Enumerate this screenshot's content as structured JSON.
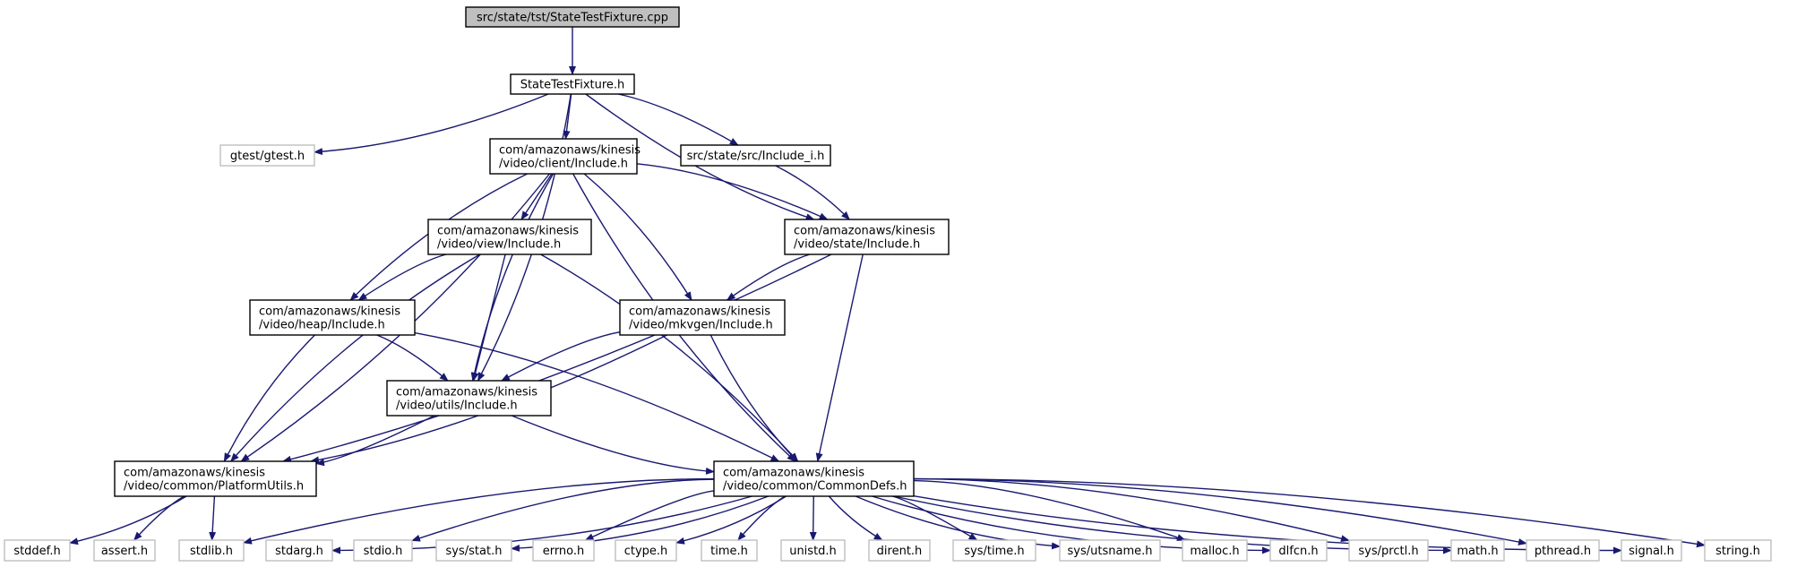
{
  "graph": {
    "title": "src/state/tst/StateTestFixture.cpp",
    "colors": {
      "edge": "#191970",
      "node_border": "#000000",
      "external_border": "#bfbfbf",
      "root_fill": "#bfbfbf",
      "node_fill": "#ffffff"
    },
    "nodes": {
      "root": {
        "lines": [
          "src/state/tst/StateTestFixture.cpp"
        ],
        "kind": "root"
      },
      "fixture": {
        "lines": [
          "StateTestFixture.h"
        ],
        "kind": "file"
      },
      "gtest": {
        "lines": [
          "gtest/gtest.h"
        ],
        "kind": "external"
      },
      "client": {
        "lines": [
          "com/amazonaws/kinesis",
          "/video/client/Include.h"
        ],
        "kind": "file"
      },
      "include_i": {
        "lines": [
          "src/state/src/Include_i.h"
        ],
        "kind": "file"
      },
      "view": {
        "lines": [
          "com/amazonaws/kinesis",
          "/video/view/Include.h"
        ],
        "kind": "file"
      },
      "state": {
        "lines": [
          "com/amazonaws/kinesis",
          "/video/state/Include.h"
        ],
        "kind": "file"
      },
      "heap": {
        "lines": [
          "com/amazonaws/kinesis",
          "/video/heap/Include.h"
        ],
        "kind": "file"
      },
      "mkvgen": {
        "lines": [
          "com/amazonaws/kinesis",
          "/video/mkvgen/Include.h"
        ],
        "kind": "file"
      },
      "utils": {
        "lines": [
          "com/amazonaws/kinesis",
          "/video/utils/Include.h"
        ],
        "kind": "file"
      },
      "platform": {
        "lines": [
          "com/amazonaws/kinesis",
          "/video/common/PlatformUtils.h"
        ],
        "kind": "file"
      },
      "commondefs": {
        "lines": [
          "com/amazonaws/kinesis",
          "/video/common/CommonDefs.h"
        ],
        "kind": "file"
      },
      "stddef": {
        "lines": [
          "stddef.h"
        ],
        "kind": "external"
      },
      "assert": {
        "lines": [
          "assert.h"
        ],
        "kind": "external"
      },
      "stdlib": {
        "lines": [
          "stdlib.h"
        ],
        "kind": "external"
      },
      "stdarg": {
        "lines": [
          "stdarg.h"
        ],
        "kind": "external"
      },
      "stdio": {
        "lines": [
          "stdio.h"
        ],
        "kind": "external"
      },
      "sysstat": {
        "lines": [
          "sys/stat.h"
        ],
        "kind": "external"
      },
      "errno": {
        "lines": [
          "errno.h"
        ],
        "kind": "external"
      },
      "ctype": {
        "lines": [
          "ctype.h"
        ],
        "kind": "external"
      },
      "time": {
        "lines": [
          "time.h"
        ],
        "kind": "external"
      },
      "unistd": {
        "lines": [
          "unistd.h"
        ],
        "kind": "external"
      },
      "dirent": {
        "lines": [
          "dirent.h"
        ],
        "kind": "external"
      },
      "systime": {
        "lines": [
          "sys/time.h"
        ],
        "kind": "external"
      },
      "sysutsname": {
        "lines": [
          "sys/utsname.h"
        ],
        "kind": "external"
      },
      "malloc": {
        "lines": [
          "malloc.h"
        ],
        "kind": "external"
      },
      "dlfcn": {
        "lines": [
          "dlfcn.h"
        ],
        "kind": "external"
      },
      "sysprctl": {
        "lines": [
          "sys/prctl.h"
        ],
        "kind": "external"
      },
      "math": {
        "lines": [
          "math.h"
        ],
        "kind": "external"
      },
      "pthread": {
        "lines": [
          "pthread.h"
        ],
        "kind": "external"
      },
      "signal": {
        "lines": [
          "signal.h"
        ],
        "kind": "external"
      },
      "string": {
        "lines": [
          "string.h"
        ],
        "kind": "external"
      }
    },
    "edges": [
      [
        "root",
        "fixture"
      ],
      [
        "fixture",
        "gtest"
      ],
      [
        "fixture",
        "client"
      ],
      [
        "fixture",
        "include_i"
      ],
      [
        "fixture",
        "state"
      ],
      [
        "fixture",
        "utils"
      ],
      [
        "client",
        "view"
      ],
      [
        "client",
        "state"
      ],
      [
        "client",
        "heap"
      ],
      [
        "client",
        "mkvgen"
      ],
      [
        "client",
        "utils"
      ],
      [
        "client",
        "platform"
      ],
      [
        "client",
        "commondefs"
      ],
      [
        "include_i",
        "state"
      ],
      [
        "view",
        "heap"
      ],
      [
        "view",
        "utils"
      ],
      [
        "view",
        "platform"
      ],
      [
        "view",
        "commondefs"
      ],
      [
        "state",
        "mkvgen"
      ],
      [
        "state",
        "platform"
      ],
      [
        "state",
        "commondefs"
      ],
      [
        "heap",
        "utils"
      ],
      [
        "heap",
        "platform"
      ],
      [
        "heap",
        "commondefs"
      ],
      [
        "mkvgen",
        "utils"
      ],
      [
        "mkvgen",
        "platform"
      ],
      [
        "mkvgen",
        "commondefs"
      ],
      [
        "utils",
        "platform"
      ],
      [
        "utils",
        "commondefs"
      ],
      [
        "platform",
        "stddef"
      ],
      [
        "platform",
        "assert"
      ],
      [
        "platform",
        "stdlib"
      ],
      [
        "commondefs",
        "stdlib"
      ],
      [
        "commondefs",
        "stdarg"
      ],
      [
        "commondefs",
        "stdio"
      ],
      [
        "commondefs",
        "sysstat"
      ],
      [
        "commondefs",
        "errno"
      ],
      [
        "commondefs",
        "ctype"
      ],
      [
        "commondefs",
        "time"
      ],
      [
        "commondefs",
        "unistd"
      ],
      [
        "commondefs",
        "dirent"
      ],
      [
        "commondefs",
        "systime"
      ],
      [
        "commondefs",
        "sysutsname"
      ],
      [
        "commondefs",
        "malloc"
      ],
      [
        "commondefs",
        "dlfcn"
      ],
      [
        "commondefs",
        "sysprctl"
      ],
      [
        "commondefs",
        "math"
      ],
      [
        "commondefs",
        "pthread"
      ],
      [
        "commondefs",
        "signal"
      ],
      [
        "commondefs",
        "string"
      ]
    ]
  }
}
